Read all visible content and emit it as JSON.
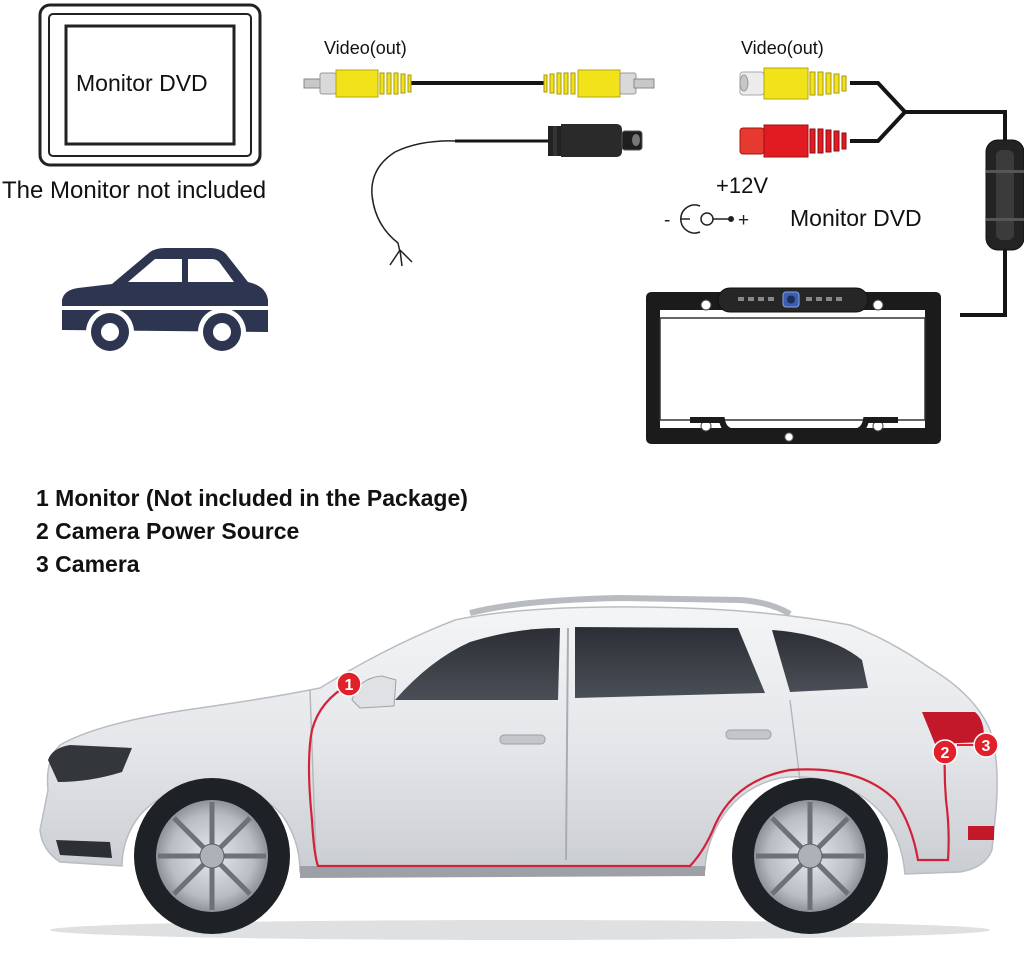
{
  "monitor_box": {
    "label": "Monitor DVD",
    "note": "The  Monitor not included"
  },
  "cable_video_left": {
    "label": "Video(out)"
  },
  "cable_video_right": {
    "label": "Video(out)"
  },
  "power_jack": {
    "voltage": "+12V",
    "minus": "-",
    "plus": "+",
    "destination": "Monitor DVD"
  },
  "legend": [
    {
      "text": "1 Monitor  (Not included in the Package)"
    },
    {
      "text": "2 Camera Power Source"
    },
    {
      "text": "3 Camera"
    }
  ],
  "markers": [
    {
      "num": "1"
    },
    {
      "num": "2"
    },
    {
      "num": "3"
    }
  ],
  "colors": {
    "rca_yellow": "#f2e21a",
    "rca_red": "#e21b23",
    "route_line": "#d0233a",
    "car_body": "#e7e9ec"
  }
}
